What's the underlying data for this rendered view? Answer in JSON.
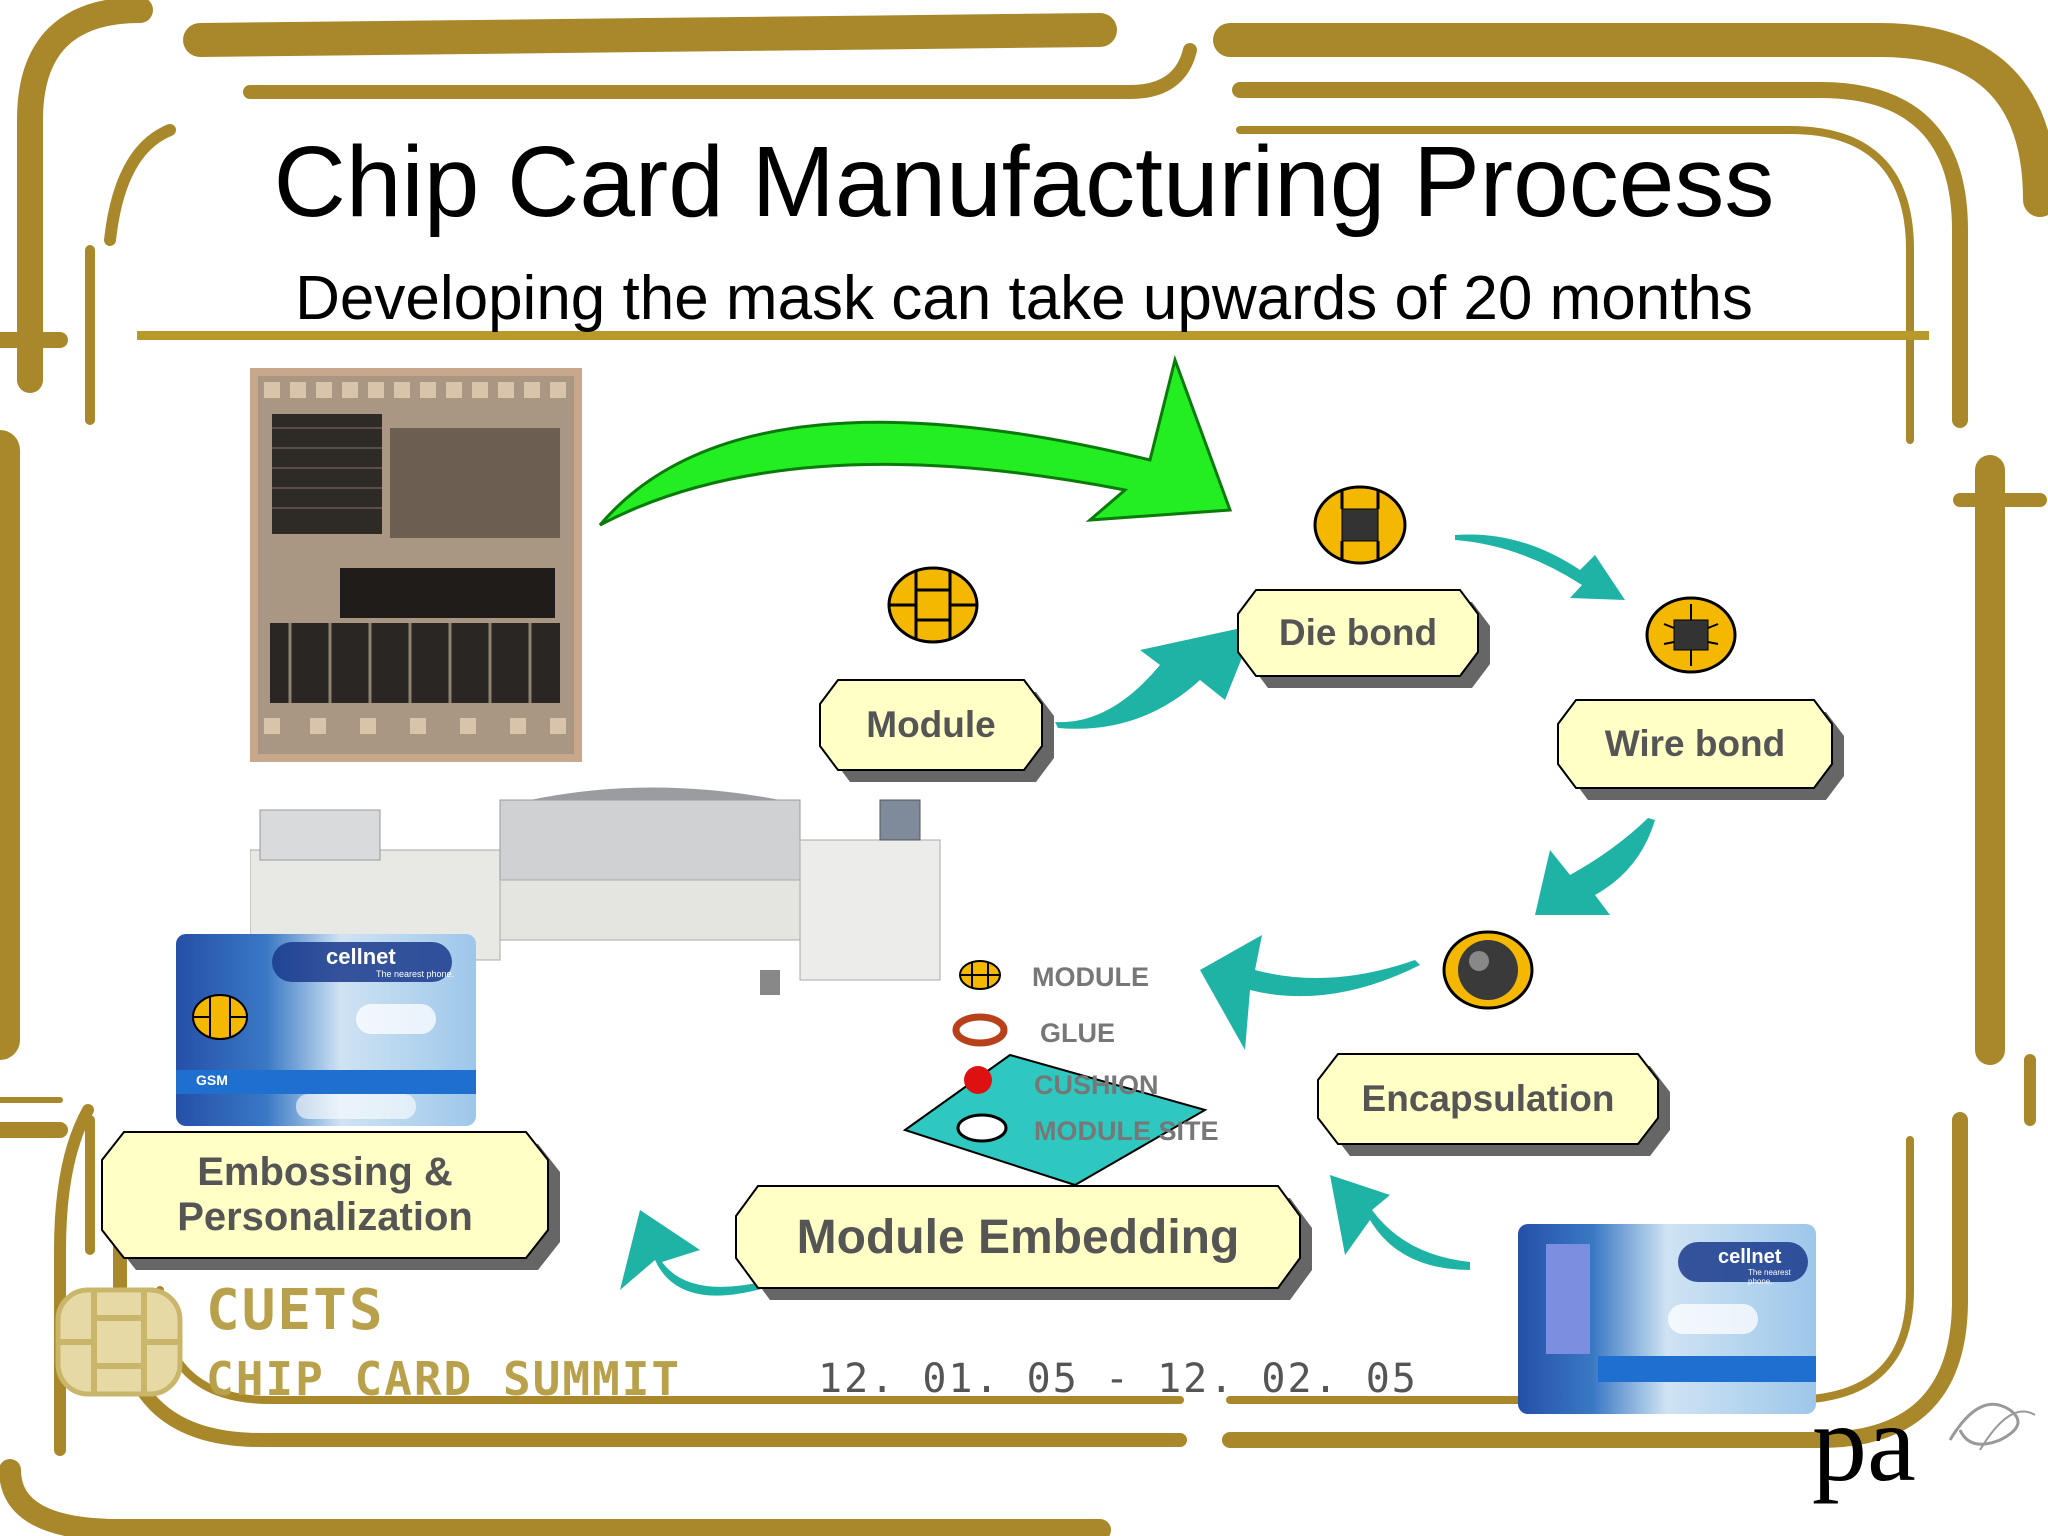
{
  "slide": {
    "title": "Chip Card Manufacturing Process",
    "subtitle": "Developing the mask can take upwards of 20 months"
  },
  "steps": {
    "module": "Module",
    "die_bond": "Die bond",
    "wire_bond": "Wire bond",
    "encapsulation": "Encapsulation",
    "module_embedding": "Module Embedding",
    "embossing_line1": "Embossing &",
    "embossing_line2": "Personalization"
  },
  "embedding_legend": {
    "module": "MODULE",
    "glue": "GLUE",
    "cushion": "CUSHION",
    "module_site": "MODULE  SITE"
  },
  "card_brand": {
    "name": "cellnet",
    "tagline": "The nearest phone.",
    "network": "GSM"
  },
  "event": {
    "name_line1": "CUETS",
    "name_line2": "CHIP CARD SUMMIT",
    "dates": "12. 01. 05 - 12. 02. 05"
  },
  "company_logo": "pa",
  "colors": {
    "frame_gold": "#a8882a",
    "box_fill": "#ffffc6",
    "arrow_teal": "#1fb3a5",
    "arrow_green": "#22ee22",
    "chip_gold": "#f5b800",
    "rule_gold": "#b89a2a"
  }
}
